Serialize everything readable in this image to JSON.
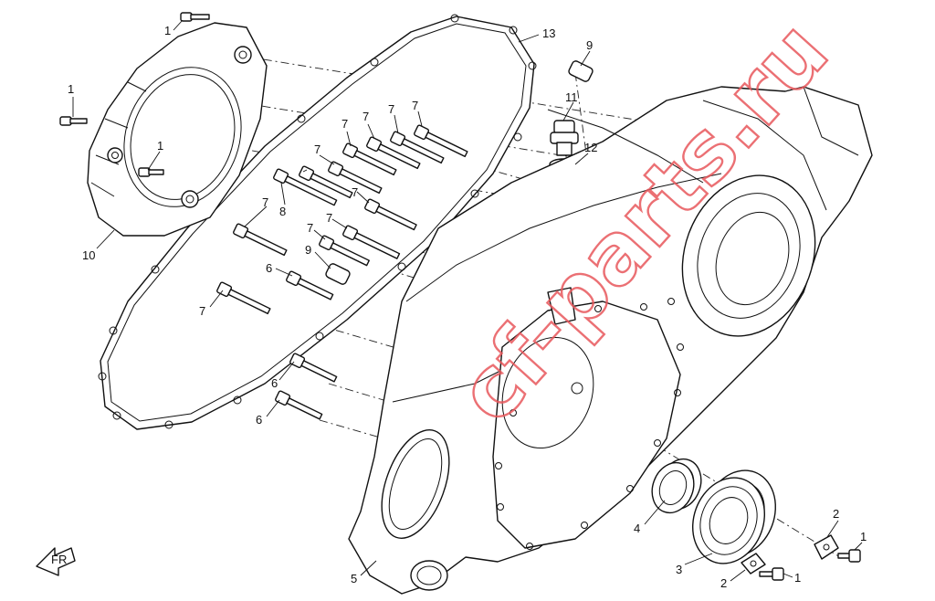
{
  "watermark": "cf-parts.ru",
  "front_arrow_label": "FR",
  "callouts": [
    {
      "id": "c1a",
      "text": "1"
    },
    {
      "id": "c1b",
      "text": "1"
    },
    {
      "id": "c1c",
      "text": "1"
    },
    {
      "id": "c1d",
      "text": "1"
    },
    {
      "id": "c1e",
      "text": "1"
    },
    {
      "id": "c2a",
      "text": "2"
    },
    {
      "id": "c2b",
      "text": "2"
    },
    {
      "id": "c3",
      "text": "3"
    },
    {
      "id": "c4",
      "text": "4"
    },
    {
      "id": "c5",
      "text": "5"
    },
    {
      "id": "c6a",
      "text": "6"
    },
    {
      "id": "c6b",
      "text": "6"
    },
    {
      "id": "c6c",
      "text": "6"
    },
    {
      "id": "c7a",
      "text": "7"
    },
    {
      "id": "c7b",
      "text": "7"
    },
    {
      "id": "c7c",
      "text": "7"
    },
    {
      "id": "c7d",
      "text": "7"
    },
    {
      "id": "c7e",
      "text": "7"
    },
    {
      "id": "c7f",
      "text": "7"
    },
    {
      "id": "c7g",
      "text": "7"
    },
    {
      "id": "c7h",
      "text": "7"
    },
    {
      "id": "c7i",
      "text": "7"
    },
    {
      "id": "c7j",
      "text": "7"
    },
    {
      "id": "c8",
      "text": "8"
    },
    {
      "id": "c9a",
      "text": "9"
    },
    {
      "id": "c9b",
      "text": "9"
    },
    {
      "id": "c10",
      "text": "10"
    },
    {
      "id": "c11",
      "text": "11"
    },
    {
      "id": "c12",
      "text": "12"
    },
    {
      "id": "c13",
      "text": "13"
    }
  ]
}
